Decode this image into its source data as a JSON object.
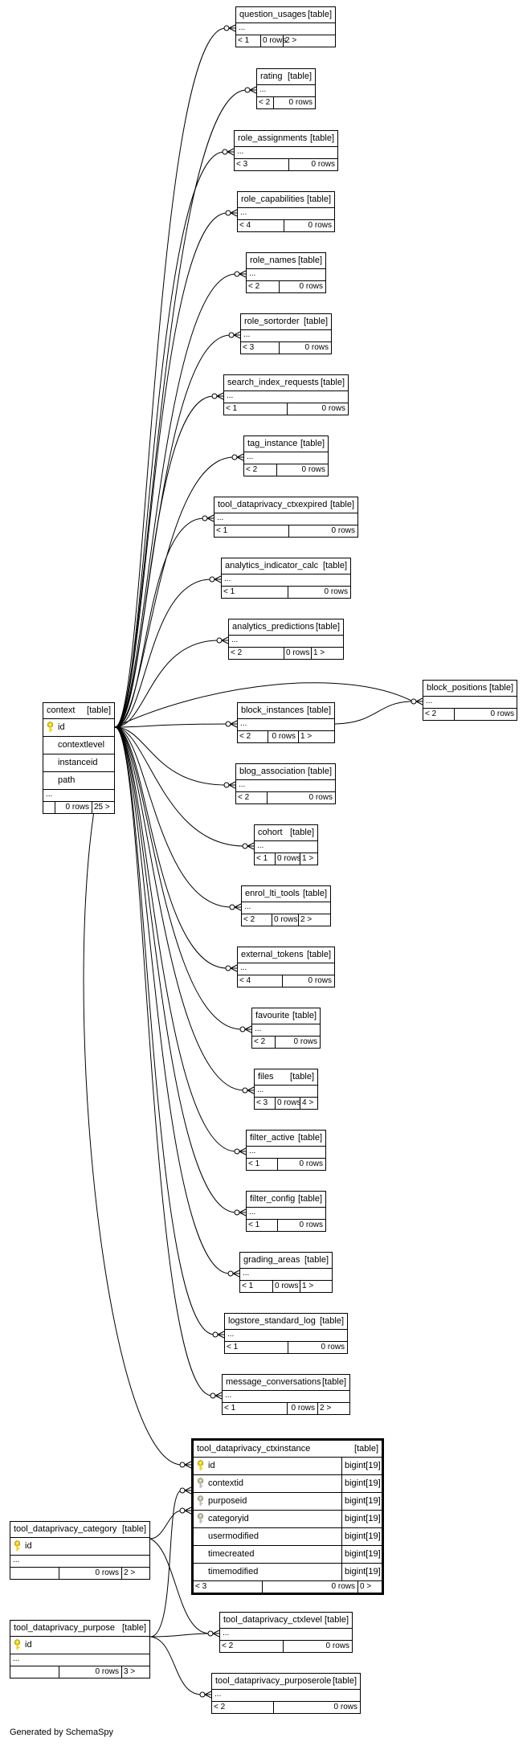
{
  "diagram": {
    "type_label": "[table]",
    "ellipsis": "...",
    "footer_credit": "Generated by SchemaSpy",
    "tables": [
      {
        "id": "question_usages",
        "name": "question_usages",
        "parents": "< 1",
        "rows": "0 rows",
        "children": "2 >"
      },
      {
        "id": "rating",
        "name": "rating",
        "parents": "< 2",
        "rows": "0 rows",
        "children": ""
      },
      {
        "id": "role_assignments",
        "name": "role_assignments",
        "parents": "< 3",
        "rows": "0 rows",
        "children": ""
      },
      {
        "id": "role_capabilities",
        "name": "role_capabilities",
        "parents": "< 4",
        "rows": "0 rows",
        "children": ""
      },
      {
        "id": "role_names",
        "name": "role_names",
        "parents": "< 2",
        "rows": "0 rows",
        "children": ""
      },
      {
        "id": "role_sortorder",
        "name": "role_sortorder",
        "parents": "< 3",
        "rows": "0 rows",
        "children": ""
      },
      {
        "id": "search_index_requests",
        "name": "search_index_requests",
        "parents": "< 1",
        "rows": "0 rows",
        "children": ""
      },
      {
        "id": "tag_instance",
        "name": "tag_instance",
        "parents": "< 2",
        "rows": "0 rows",
        "children": ""
      },
      {
        "id": "tool_dataprivacy_ctxexpired",
        "name": "tool_dataprivacy_ctxexpired",
        "parents": "< 1",
        "rows": "0 rows",
        "children": ""
      },
      {
        "id": "analytics_indicator_calc",
        "name": "analytics_indicator_calc",
        "parents": "< 1",
        "rows": "0 rows",
        "children": ""
      },
      {
        "id": "analytics_predictions",
        "name": "analytics_predictions",
        "parents": "< 2",
        "rows": "0 rows",
        "children": "1 >"
      },
      {
        "id": "block_positions",
        "name": "block_positions",
        "parents": "< 2",
        "rows": "0 rows",
        "children": ""
      },
      {
        "id": "block_instances",
        "name": "block_instances",
        "parents": "< 2",
        "rows": "0 rows",
        "children": "1 >"
      },
      {
        "id": "blog_association",
        "name": "blog_association",
        "parents": "< 2",
        "rows": "0 rows",
        "children": ""
      },
      {
        "id": "cohort",
        "name": "cohort",
        "parents": "< 1",
        "rows": "0 rows",
        "children": "1 >"
      },
      {
        "id": "enrol_lti_tools",
        "name": "enrol_lti_tools",
        "parents": "< 2",
        "rows": "0 rows",
        "children": "2 >"
      },
      {
        "id": "external_tokens",
        "name": "external_tokens",
        "parents": "< 4",
        "rows": "0 rows",
        "children": ""
      },
      {
        "id": "favourite",
        "name": "favourite",
        "parents": "< 2",
        "rows": "0 rows",
        "children": ""
      },
      {
        "id": "files",
        "name": "files",
        "parents": "< 3",
        "rows": "0 rows",
        "children": "4 >"
      },
      {
        "id": "filter_active",
        "name": "filter_active",
        "parents": "< 1",
        "rows": "0 rows",
        "children": ""
      },
      {
        "id": "filter_config",
        "name": "filter_config",
        "parents": "< 1",
        "rows": "0 rows",
        "children": ""
      },
      {
        "id": "grading_areas",
        "name": "grading_areas",
        "parents": "< 1",
        "rows": "0 rows",
        "children": "1 >"
      },
      {
        "id": "logstore_standard_log",
        "name": "logstore_standard_log",
        "parents": "< 1",
        "rows": "0 rows",
        "children": ""
      },
      {
        "id": "message_conversations",
        "name": "message_conversations",
        "parents": "< 1",
        "rows": "0 rows",
        "children": "2 >"
      },
      {
        "id": "tool_dataprivacy_ctxlevel",
        "name": "tool_dataprivacy_ctxlevel",
        "parents": "< 2",
        "rows": "0 rows",
        "children": ""
      },
      {
        "id": "tool_dataprivacy_purposerole",
        "name": "tool_dataprivacy_purposerole",
        "parents": "< 2",
        "rows": "0 rows",
        "children": ""
      }
    ],
    "context": {
      "name": "context",
      "columns": [
        {
          "name": "id",
          "pk": true
        },
        {
          "name": "contextlevel",
          "pk": false
        },
        {
          "name": "instanceid",
          "pk": false
        },
        {
          "name": "path",
          "pk": false
        }
      ],
      "parents": "",
      "rows": "0 rows",
      "children": "25 >"
    },
    "ctxinstance": {
      "name": "tool_dataprivacy_ctxinstance",
      "columns": [
        {
          "name": "id",
          "type": "bigint[19]",
          "key": "pk"
        },
        {
          "name": "contextid",
          "type": "bigint[19]",
          "key": "fk"
        },
        {
          "name": "purposeid",
          "type": "bigint[19]",
          "key": "fk"
        },
        {
          "name": "categoryid",
          "type": "bigint[19]",
          "key": "fk"
        },
        {
          "name": "usermodified",
          "type": "bigint[19]",
          "key": ""
        },
        {
          "name": "timecreated",
          "type": "bigint[19]",
          "key": ""
        },
        {
          "name": "timemodified",
          "type": "bigint[19]",
          "key": ""
        }
      ],
      "parents": "< 3",
      "rows": "0 rows",
      "children": "0 >"
    },
    "category": {
      "name": "tool_dataprivacy_category",
      "columns": [
        {
          "name": "id",
          "pk": true
        }
      ],
      "parents": "",
      "rows": "0 rows",
      "children": "2 >"
    },
    "purpose": {
      "name": "tool_dataprivacy_purpose",
      "columns": [
        {
          "name": "id",
          "pk": true
        }
      ],
      "parents": "",
      "rows": "0 rows",
      "children": "3 >"
    }
  }
}
